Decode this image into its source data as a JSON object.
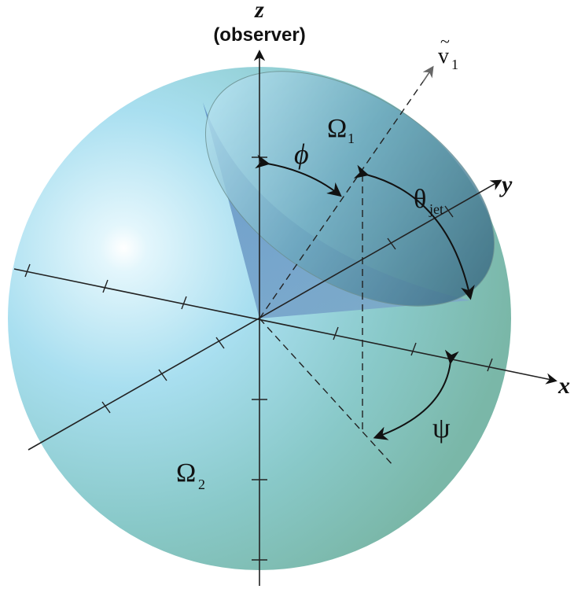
{
  "labels": {
    "z_axis": "z",
    "observer": "(observer)",
    "x_axis": "x",
    "y_axis": "y",
    "v1_base": "v",
    "v1_tilde": "~",
    "v1_sub": "1",
    "omega": "Ω",
    "omega1_sub": "1",
    "omega2_sub": "2",
    "phi": "ϕ",
    "theta": "θ",
    "theta_sub": "jet",
    "psi": "ψ"
  },
  "colors": {
    "sphere_light": "#d8f2fb",
    "sphere_mid": "#9fd7e6",
    "sphere_dark": "#7cbdae",
    "cone_dark": "#3f6f86",
    "cone_light": "#a9d9e9",
    "ink": "#222222"
  }
}
